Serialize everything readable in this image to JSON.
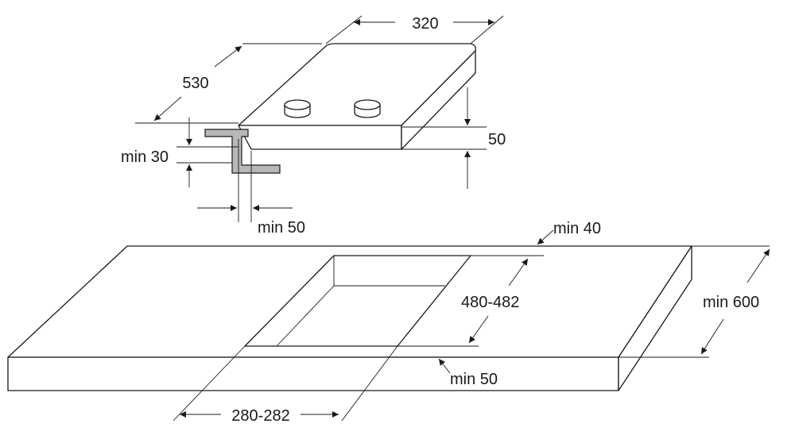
{
  "colors": {
    "stroke": "#1a1a1a",
    "bracket": "#b8b8b8",
    "background": "#ffffff"
  },
  "dimensions": {
    "hob_width": "320",
    "hob_depth": "530",
    "hob_height": "50",
    "bracket_min_height": "min 30",
    "bracket_min_offset": "min 50",
    "cutout_min_back": "min 40",
    "cutout_depth": "480-482",
    "counter_min_depth": "min 600",
    "cutout_min_front": "min 50",
    "cutout_width": "280-282"
  }
}
